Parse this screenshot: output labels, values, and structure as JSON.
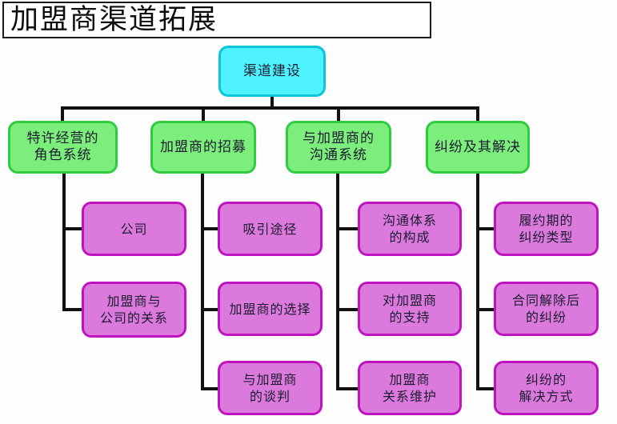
{
  "title": "加盟商渠道拓展",
  "colors": {
    "page_bg": "#fdfdfd",
    "root_fill": "#4ff2ff",
    "root_border": "#0cc4dc",
    "branch_fill": "#7cee7c",
    "branch_border": "#2fcc3f",
    "leaf_fill": "#dc79dc",
    "leaf_border": "#c013c0",
    "line_color": "#111111"
  },
  "tree": {
    "root": {
      "label": "渠道建设"
    },
    "branches": [
      {
        "label": "特许经营的\n角色系统",
        "children": [
          "公司",
          "加盟商与\n公司的关系"
        ]
      },
      {
        "label": "加盟商的招募",
        "children": [
          "吸引途径",
          "加盟商的选择",
          "与加盟商\n的谈判"
        ]
      },
      {
        "label": "与加盟商的\n沟通系统",
        "children": [
          "沟通体系\n的构成",
          "对加盟商\n的支持",
          "加盟商\n关系维护"
        ]
      },
      {
        "label": "纠纷及其解决",
        "children": [
          "履约期的\n纠纷类型",
          "合同解除后\n的纠纷",
          "纠纷的\n解决方式"
        ]
      }
    ]
  }
}
